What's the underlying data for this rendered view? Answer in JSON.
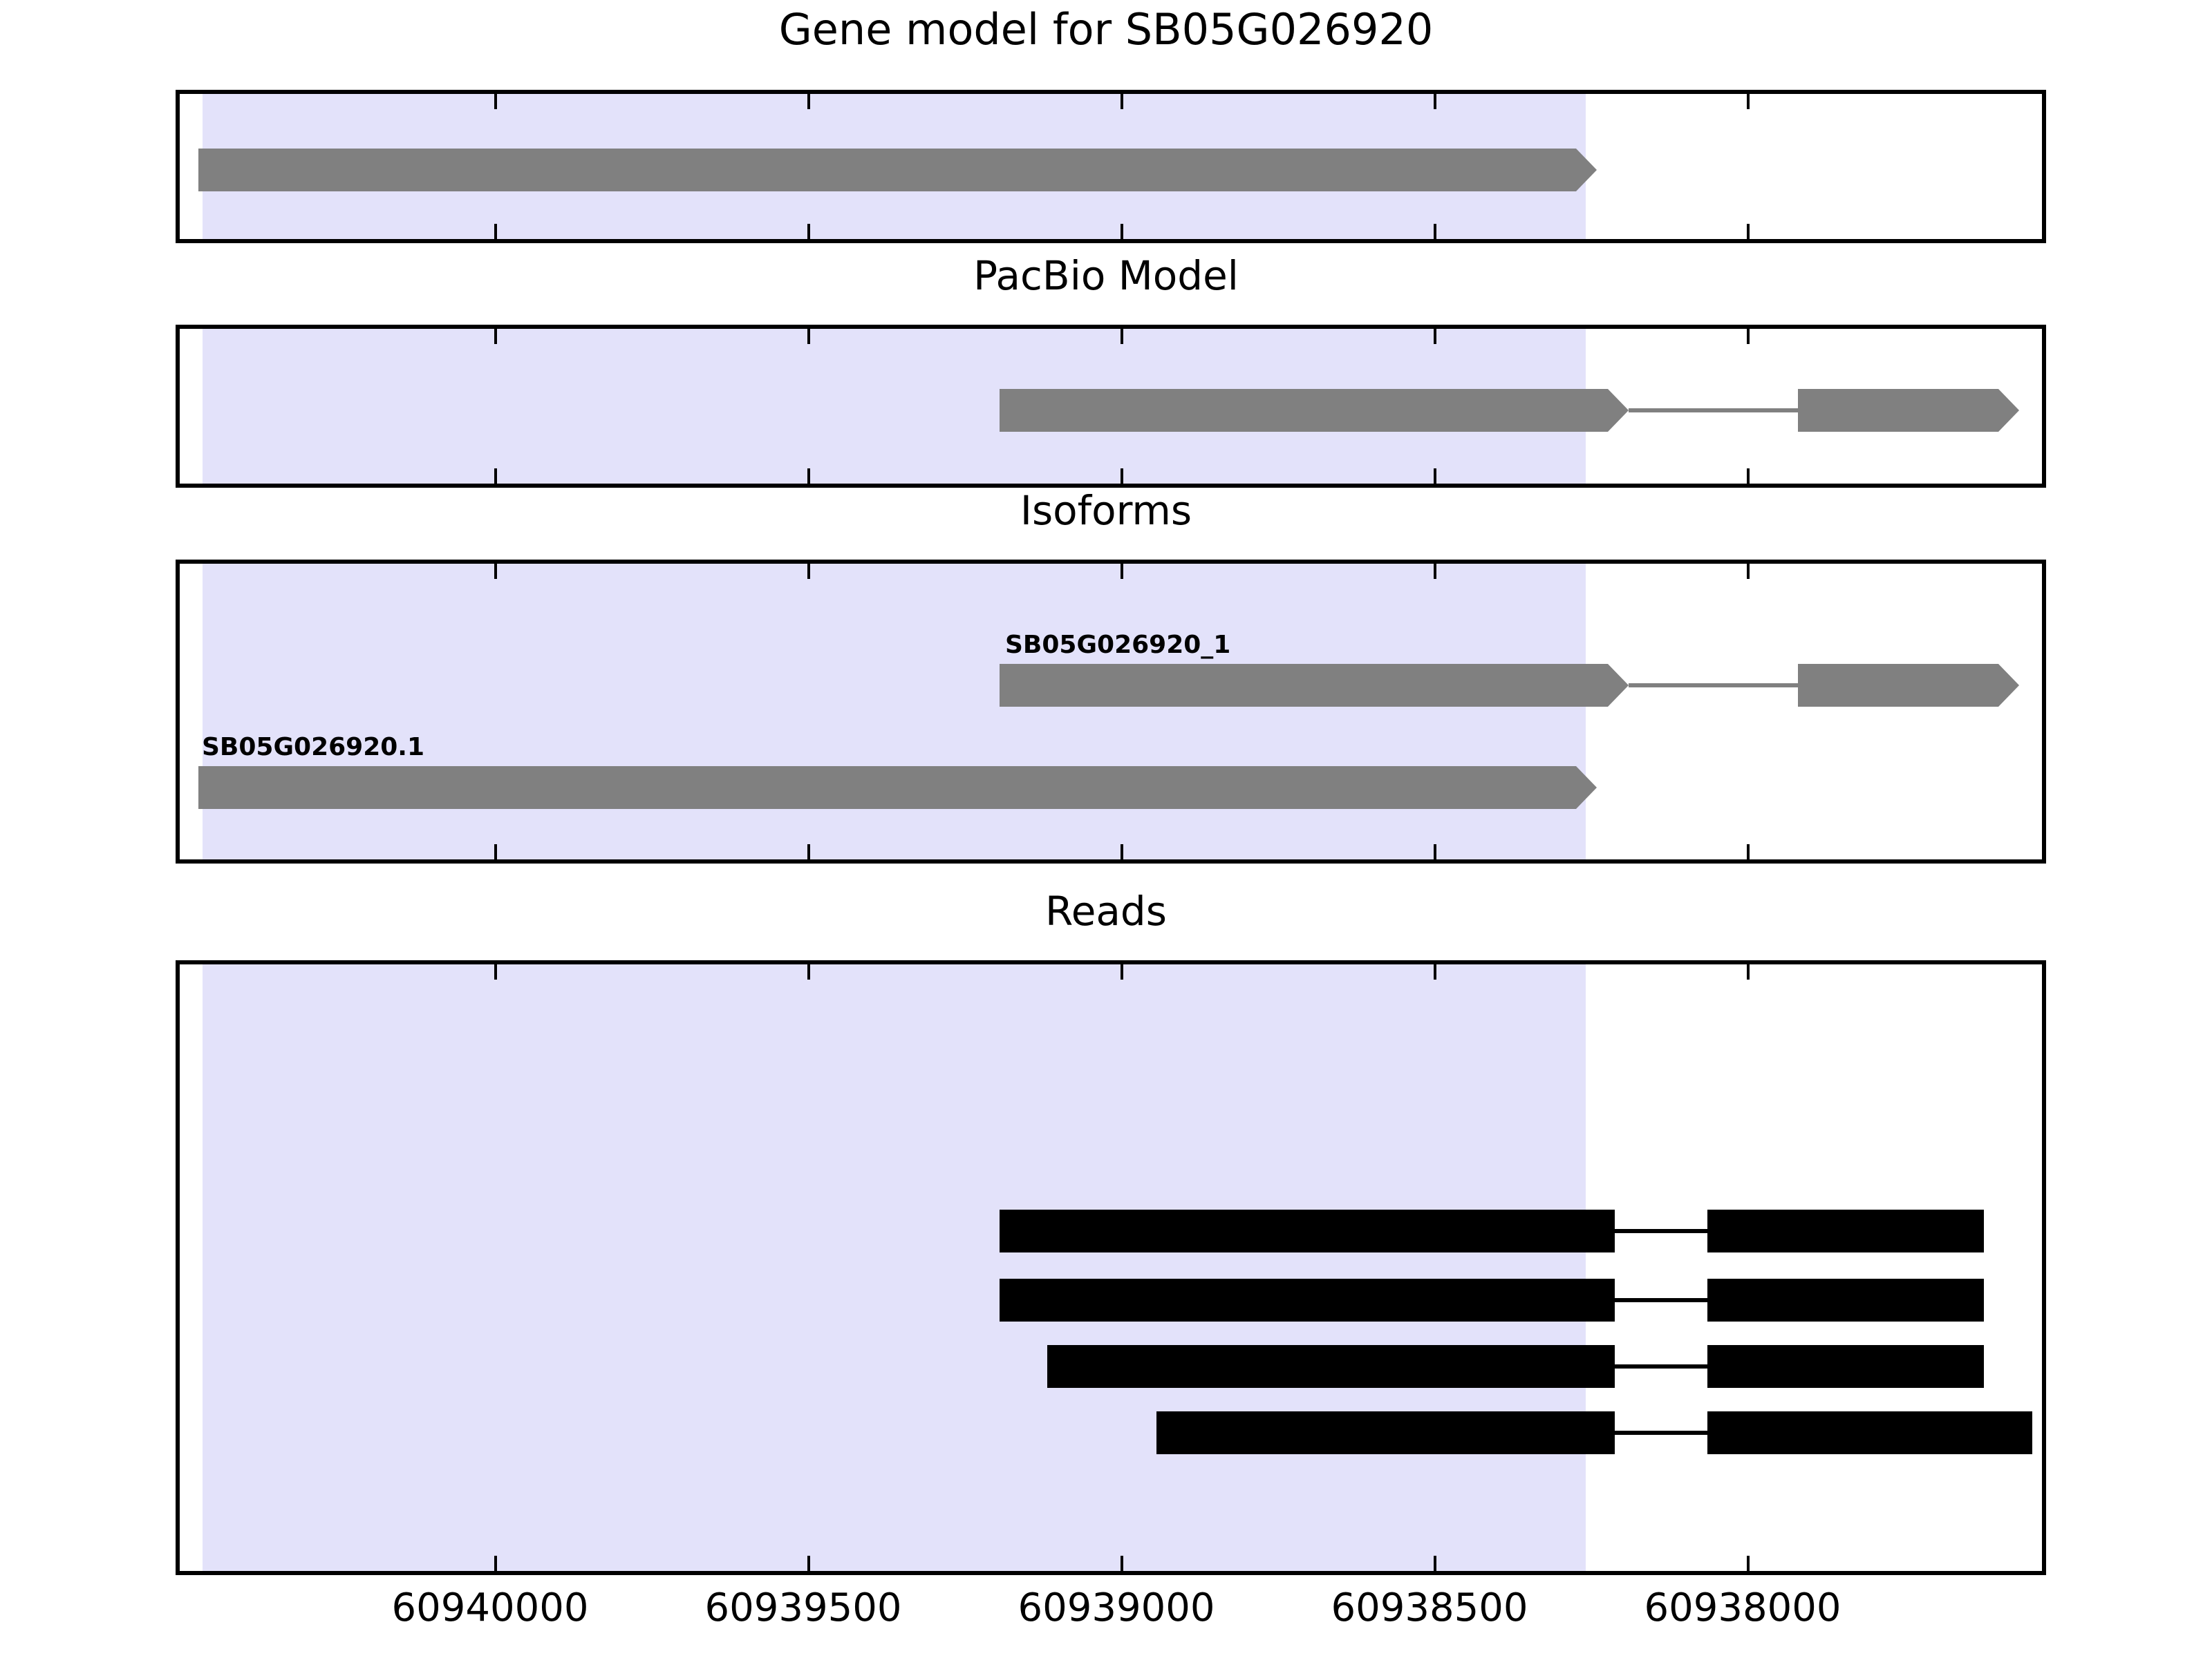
{
  "figure": {
    "title": "Gene model for SB05G026920",
    "background_color": "#ffffff",
    "shade_color": "#e3e2fa",
    "feature_color_model": "#808080",
    "feature_color_reads": "#000000"
  },
  "panels": [
    {
      "id": "gene-model",
      "title": "Gene model for SB05G026920",
      "title_size": "large"
    },
    {
      "id": "pacbio-model",
      "title": "PacBio Model",
      "title_size": "small"
    },
    {
      "id": "isoforms",
      "title": "Isoforms",
      "title_size": "small"
    },
    {
      "id": "reads",
      "title": "Reads",
      "title_size": "small"
    }
  ],
  "axis": {
    "orientation": "descending",
    "tick_labels": [
      "60940000",
      "60939500",
      "60939000",
      "60938500",
      "60938000"
    ],
    "tick_values": [
      60940000,
      60939500,
      60939000,
      60938500,
      60938000
    ],
    "range_left": 60940290,
    "range_right": 60937790
  },
  "chart_data": {
    "type": "table",
    "title": "Gene model for SB05G026920",
    "xlabel": "",
    "ylabel": "",
    "tracks": [
      {
        "name": "Gene model",
        "features": [
          {
            "label": "",
            "strand": "-",
            "color": "#808080",
            "exons": [
              {
                "start": 60940270,
                "end": 60938610
              }
            ]
          }
        ]
      },
      {
        "name": "PacBio Model",
        "features": [
          {
            "label": "",
            "strand": "-",
            "color": "#808080",
            "exons": [
              {
                "start": 60939160,
                "end": 60938600
              },
              {
                "start": 60938370,
                "end": 60937880
              }
            ]
          }
        ]
      },
      {
        "name": "Isoforms",
        "features": [
          {
            "label": "SB05G026920_1",
            "strand": "-",
            "color": "#808080",
            "exons": [
              {
                "start": 60939160,
                "end": 60938600
              },
              {
                "start": 60938370,
                "end": 60937880
              }
            ]
          },
          {
            "label": "SB05G026920.1",
            "strand": "-",
            "color": "#808080",
            "exons": [
              {
                "start": 60940270,
                "end": 60938610
              }
            ]
          }
        ]
      },
      {
        "name": "Reads",
        "features": [
          {
            "label": "",
            "strand": "-",
            "color": "#000000",
            "exons": [
              {
                "start": 60939160,
                "end": 60938625
              },
              {
                "start": 60938385,
                "end": 60937925
              }
            ]
          },
          {
            "label": "",
            "strand": "-",
            "color": "#000000",
            "exons": [
              {
                "start": 60939160,
                "end": 60938625
              },
              {
                "start": 60938385,
                "end": 60937925
              }
            ]
          },
          {
            "label": "",
            "strand": "-",
            "color": "#000000",
            "exons": [
              {
                "start": 60939120,
                "end": 60938625
              },
              {
                "start": 60938385,
                "end": 60937925
              }
            ]
          },
          {
            "label": "",
            "strand": "-",
            "color": "#000000",
            "exons": [
              {
                "start": 60938880,
                "end": 60938625
              },
              {
                "start": 60938385,
                "end": 60937870
              }
            ]
          }
        ]
      }
    ],
    "shaded_region": {
      "start": 60940280,
      "end": 60938580
    },
    "grid": false,
    "legend": "none"
  }
}
